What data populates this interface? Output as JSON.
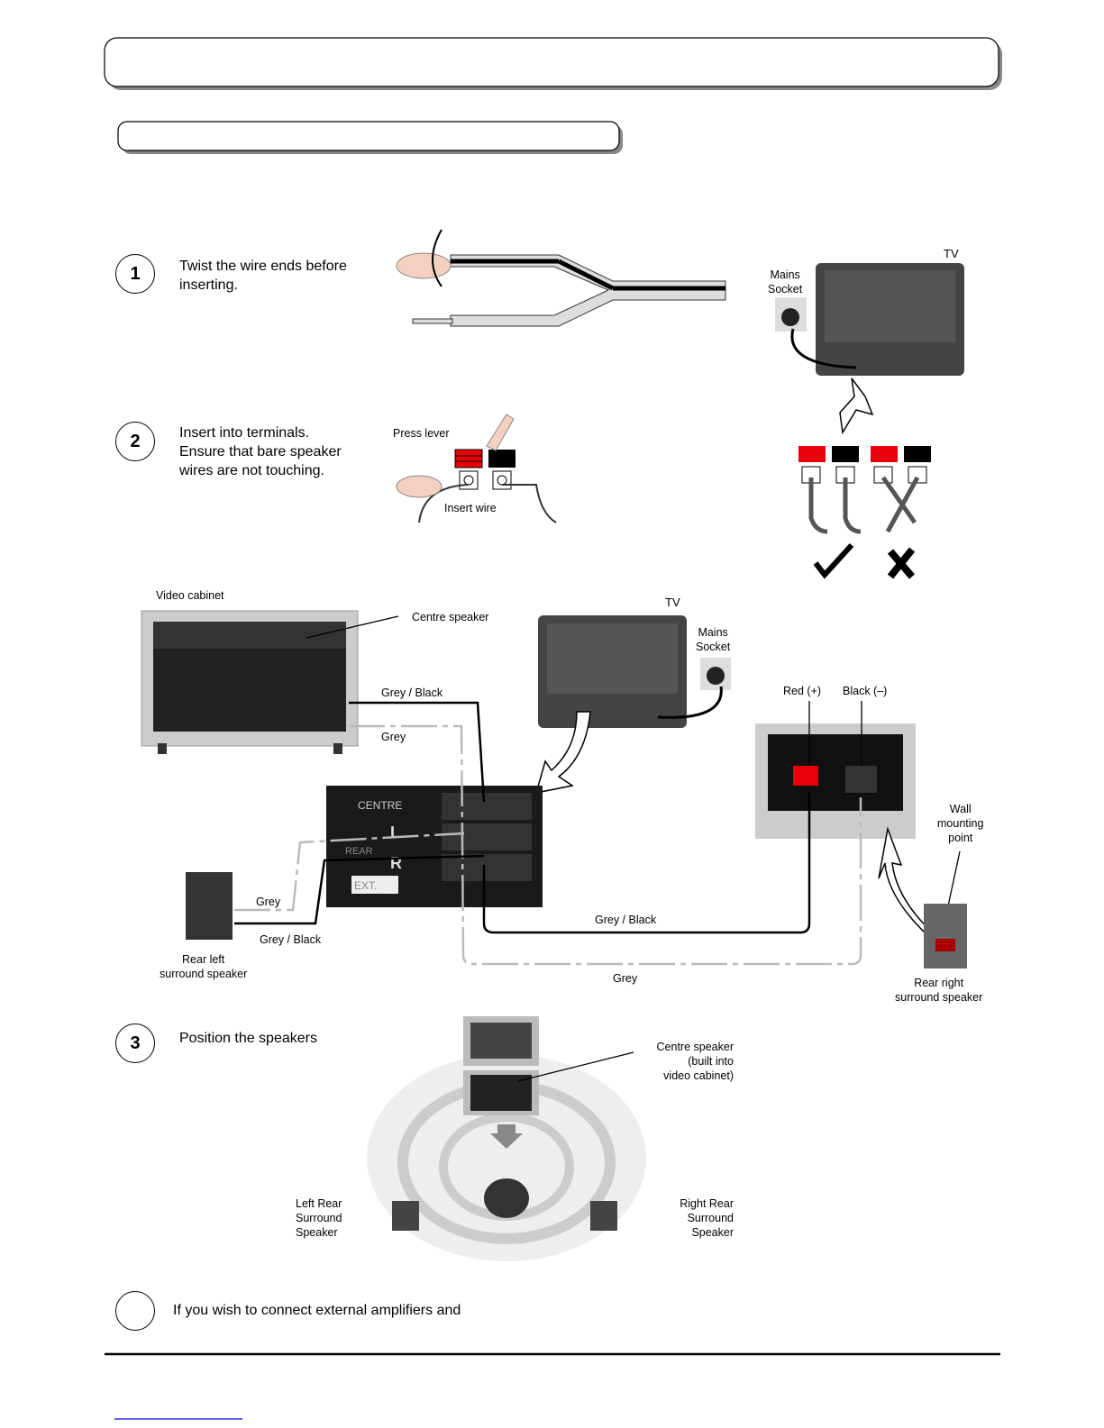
{
  "steps": [
    {
      "number": "1",
      "text": "Twist the wire ends before inserting."
    },
    {
      "number": "2",
      "text_lines": [
        "Insert into terminals.",
        "Ensure that bare speaker",
        "wires are not touching."
      ]
    },
    {
      "number": "3",
      "text": "Position the speakers"
    },
    {
      "number": "",
      "text": "If you wish to connect external amplifiers and"
    }
  ],
  "labels": {
    "tv": "TV",
    "mains_socket": [
      "Mains",
      "Socket"
    ],
    "press_lever": "Press lever",
    "insert_wire": "Insert wire",
    "video_cabinet": "Video cabinet",
    "centre_speaker": "Centre speaker",
    "grey_black": "Grey / Black",
    "grey": "Grey",
    "red_plus": "Red (+)",
    "black_minus": "Black (–)",
    "wall_mounting": [
      "Wall",
      "mounting",
      "point"
    ],
    "rear_left": [
      "Rear left",
      "surround speaker"
    ],
    "rear_right": [
      "Rear right",
      "surround speaker"
    ],
    "centre_builtin": [
      "Centre speaker",
      "(built into",
      "video cabinet)"
    ],
    "left_rear": [
      "Left Rear",
      "Surround",
      "Speaker"
    ],
    "right_rear": [
      "Right Rear",
      "Surround",
      "Speaker"
    ],
    "terminal_panel": [
      "CENTRE",
      "REAR",
      "L",
      "R",
      "EXT."
    ]
  },
  "colors": {
    "terminal_red": "#e8000a",
    "terminal_black": "#000000"
  },
  "icons": {
    "correct": "check-mark-icon",
    "wrong": "cross-mark-icon"
  }
}
